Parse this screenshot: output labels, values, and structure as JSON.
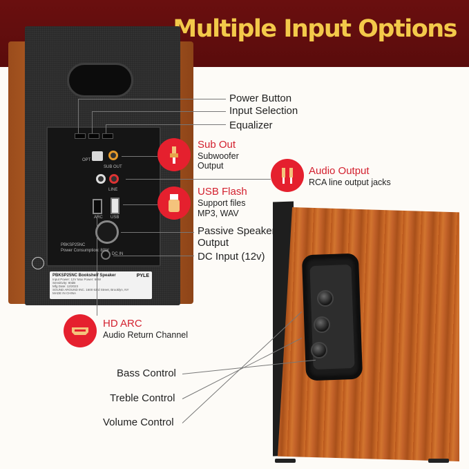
{
  "header": {
    "title": "Multiple Input Options"
  },
  "rear_panel": {
    "model_line1": "PBKSP25NC",
    "model_line2": "Power Consumption: 80W",
    "port_labels": [
      "OPT",
      "SUB OUT",
      "LINE",
      "ARC",
      "USB",
      "DC IN"
    ],
    "spec_label": {
      "title": "PBKSP25NC  Bookshelf Speaker",
      "brand": "PYLE",
      "lines": [
        "Input Power: 12V   Max Power: 60W",
        "Sensitivity: 80dB",
        "Mfg Date: 12/2023",
        "SOUND AROUND INC. 1600 63rd Street, Brooklyn, NY",
        "MADE IN CHINA"
      ]
    }
  },
  "callouts": {
    "power_button": "Power Button",
    "input_selection": "Input Selection",
    "equalizer": "Equalizer",
    "sub_out_title": "Sub Out",
    "sub_out_desc_1": "Subwoofer",
    "sub_out_desc_2": "Output",
    "audio_output_title": "Audio Output",
    "audio_output_desc": "RCA line output jacks",
    "usb_title": "USB Flash",
    "usb_desc_1": "Support files",
    "usb_desc_2": "MP3, WAV",
    "passive_1": "Passive Speaker",
    "passive_2": "Output",
    "dc_input": "DC Input (12v)",
    "hd_arc_title": "HD ARC",
    "hd_arc_desc": "Audio Return Channel",
    "bass": "Bass Control",
    "treble": "Treble Control",
    "volume": "Volume Control"
  },
  "icons": [
    "subwoofer-plug-icon",
    "rca-plug-icon",
    "usb-drive-icon",
    "hdmi-icon"
  ],
  "colors": {
    "banner": "#5a0c0c",
    "title": "#f3c94a",
    "accent": "#e5202e"
  }
}
